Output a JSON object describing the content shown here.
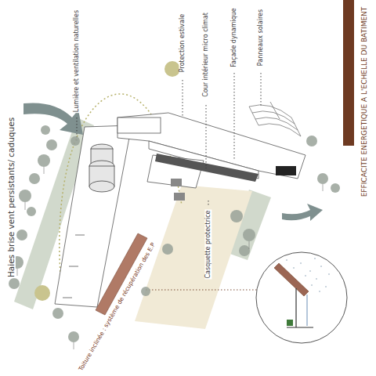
{
  "diagram": {
    "title": "EFFICACITE ENERGETIQUE A L'ECHELLE DU BATIMENT",
    "labels": [
      "Haies brise vent persistants/ caduques",
      "Lumière et ventilation naturelles",
      "Protection estivale",
      "Cour intérieur micro climat",
      "Façade dynamique",
      "Panneaux solaires",
      "Casquette protectrice",
      "Toiture inclinée : système de récupération des E.P"
    ]
  }
}
